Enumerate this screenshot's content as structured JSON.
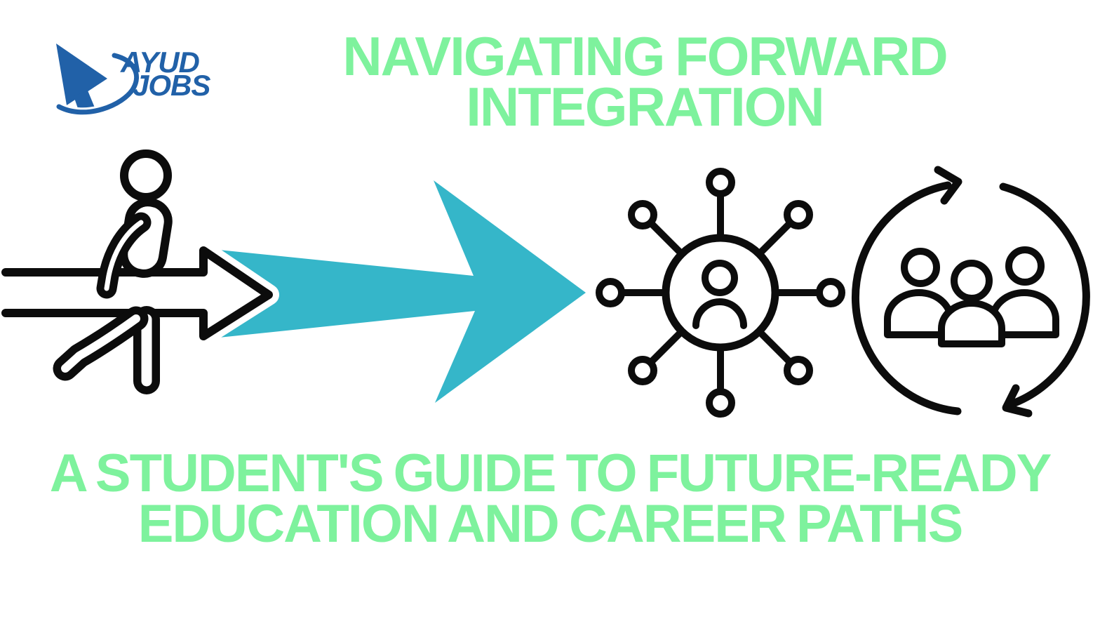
{
  "background": "#ffffff",
  "logo": {
    "line1": "AYUD",
    "line2": "JOBS",
    "color": "#2161a8",
    "icon": "cursor-swoosh-logo-icon"
  },
  "title": {
    "line1": "NAVIGATING FORWARD",
    "line2": "INTEGRATION",
    "color": "#7ef29d"
  },
  "subtitle": {
    "line1": "A STUDENT'S GUIDE TO FUTURE-READY",
    "line2": "EDUCATION AND CAREER PATHS",
    "color": "#7ef29d"
  },
  "colors": {
    "accent_teal": "#35b6c9",
    "accent_green": "#7ef29d",
    "brand_blue": "#2161a8",
    "icon_stroke": "#0c0c0c",
    "background": "#ffffff"
  },
  "icons": [
    "cursor-swoosh-logo-icon",
    "person-riding-arrow-icon",
    "forward-arrow-icon",
    "person-network-hub-icon",
    "people-cycle-icon"
  ]
}
